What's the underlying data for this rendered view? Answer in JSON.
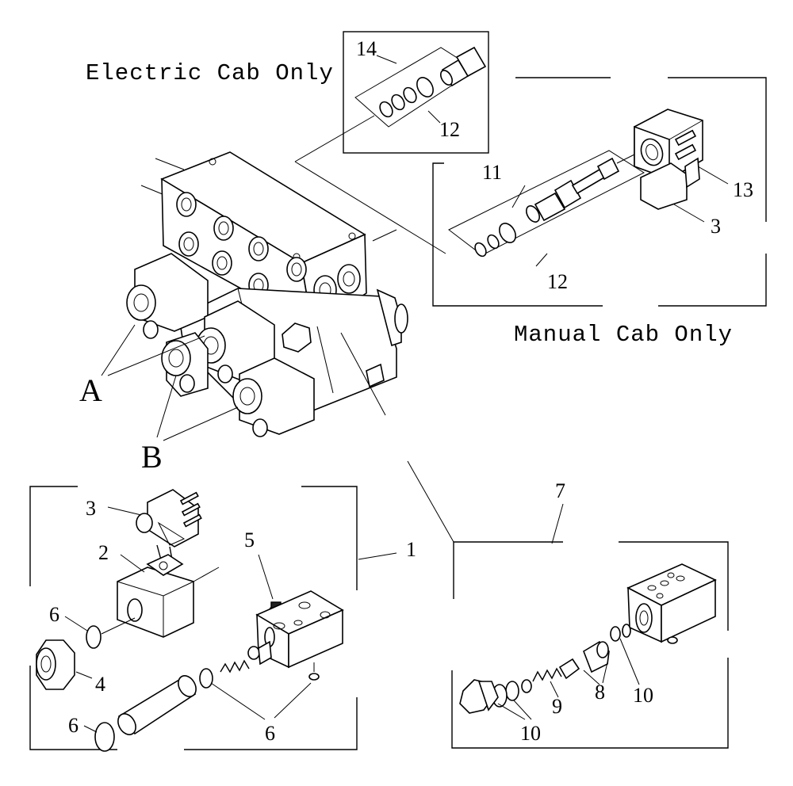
{
  "labels": {
    "electric_cab_only": "Electric Cab Only",
    "manual_cab_only": "Manual Cab Only",
    "A": "A",
    "B": "B"
  },
  "callouts": {
    "c14": "14",
    "c12_top": "12",
    "c11": "11",
    "c13": "13",
    "c3_right": "3",
    "c12_right": "12",
    "c3_left": "3",
    "c2": "2",
    "c5": "5",
    "c1": "1",
    "c6_a": "6",
    "c4": "4",
    "c6_b": "6",
    "c6_c": "6",
    "c7": "7",
    "c8": "8",
    "c9": "9",
    "c10_a": "10",
    "c10_b": "10"
  }
}
